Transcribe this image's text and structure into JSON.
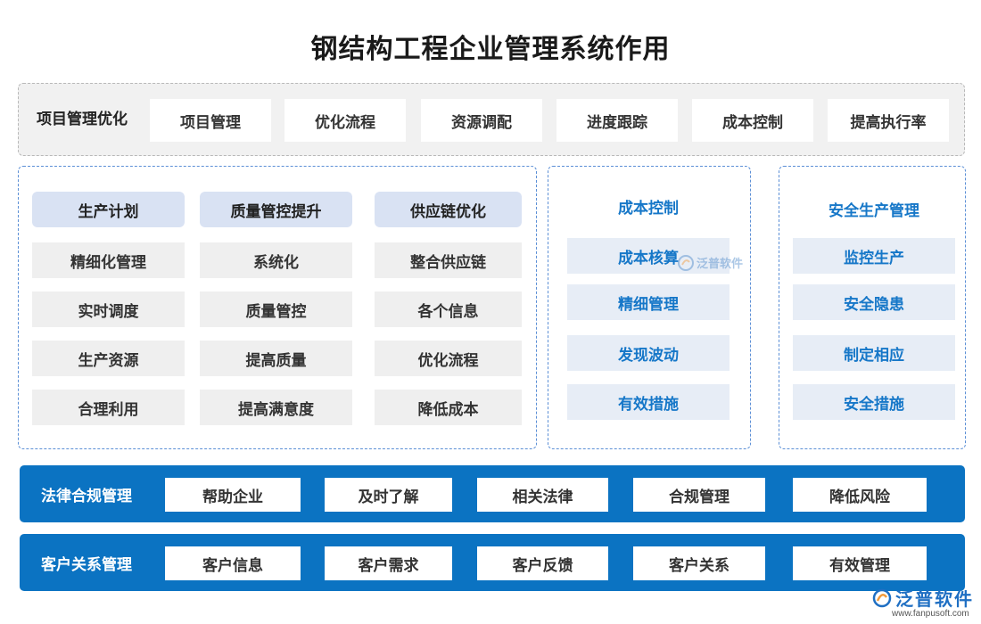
{
  "title": "钢结构工程企业管理系统作用",
  "project": {
    "label": "项目管理优化",
    "items": [
      "项目管理",
      "优化流程",
      "资源调配",
      "进度跟踪",
      "成本控制",
      "提高执行率"
    ]
  },
  "left_panel": {
    "columns": [
      {
        "header": "生产计划",
        "items": [
          "精细化管理",
          "实时调度",
          "生产资源",
          "合理利用"
        ]
      },
      {
        "header": "质量管控提升",
        "items": [
          "系统化",
          "质量管控",
          "提高质量",
          "提高满意度"
        ]
      },
      {
        "header": "供应链优化",
        "items": [
          "整合供应链",
          "各个信息",
          "优化流程",
          "降低成本"
        ]
      }
    ]
  },
  "cost_panel": {
    "header": "成本控制",
    "items": [
      "成本核算",
      "精细管理",
      "发现波动",
      "有效措施"
    ]
  },
  "safety_panel": {
    "header": "安全生产管理",
    "items": [
      "监控生产",
      "安全隐患",
      "制定相应",
      "安全措施"
    ]
  },
  "legal": {
    "label": "法律合规管理",
    "items": [
      "帮助企业",
      "及时了解",
      "相关法律",
      "合规管理",
      "降低风险"
    ]
  },
  "customer": {
    "label": "客户关系管理",
    "items": [
      "客户信息",
      "客户需求",
      "客户反馈",
      "客户关系",
      "有效管理"
    ]
  },
  "watermark": {
    "brand": "泛普软件"
  },
  "logo": {
    "brand": "泛普软件",
    "url": "www.fanpusoft.com"
  },
  "colors": {
    "accent": "#0b73c2",
    "header_fill": "#d9e2f3",
    "blue_text": "#1677c8",
    "panel_border": "#5b8fd6"
  }
}
